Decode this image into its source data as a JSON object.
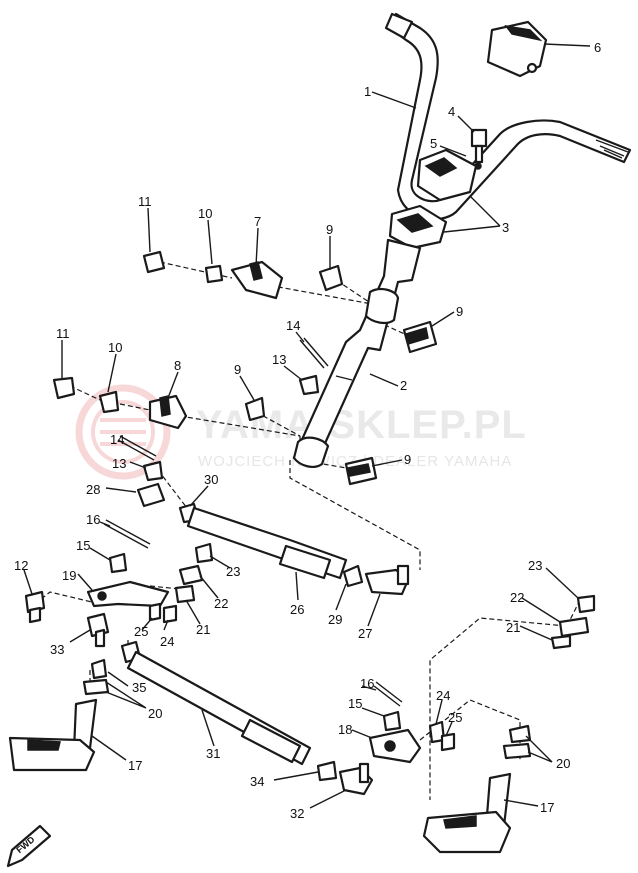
{
  "watermark": {
    "title": "YAMA-SKLEP.PL",
    "subtitle": "WOJCIECH NOWICZ | DEALER YAMAHA",
    "logo_color": "#f2b8b8"
  },
  "direction_label": "FWD",
  "callouts": {
    "n1": "1",
    "n2": "2",
    "n3": "3",
    "n4": "4",
    "n5": "5",
    "n6": "6",
    "n7": "7",
    "n8": "8",
    "n9a": "9",
    "n9b": "9",
    "n9c": "9",
    "n9d": "9",
    "n10a": "10",
    "n10b": "10",
    "n11a": "11",
    "n11b": "11",
    "n12": "12",
    "n13a": "13",
    "n13b": "13",
    "n14a": "14",
    "n14b": "14",
    "n15a": "15",
    "n15b": "15",
    "n16a": "16",
    "n16b": "16",
    "n17a": "17",
    "n17b": "17",
    "n18": "18",
    "n19": "19",
    "n20a": "20",
    "n20b": "20",
    "n21a": "21",
    "n21b": "21",
    "n22a": "22",
    "n22b": "22",
    "n23a": "23",
    "n23b": "23",
    "n24a": "24",
    "n24b": "24",
    "n25a": "25",
    "n25b": "25",
    "n26": "26",
    "n27": "27",
    "n28": "28",
    "n29": "29",
    "n30": "30",
    "n31": "31",
    "n32": "32",
    "n33": "33",
    "n34": "34",
    "n35": "35"
  }
}
